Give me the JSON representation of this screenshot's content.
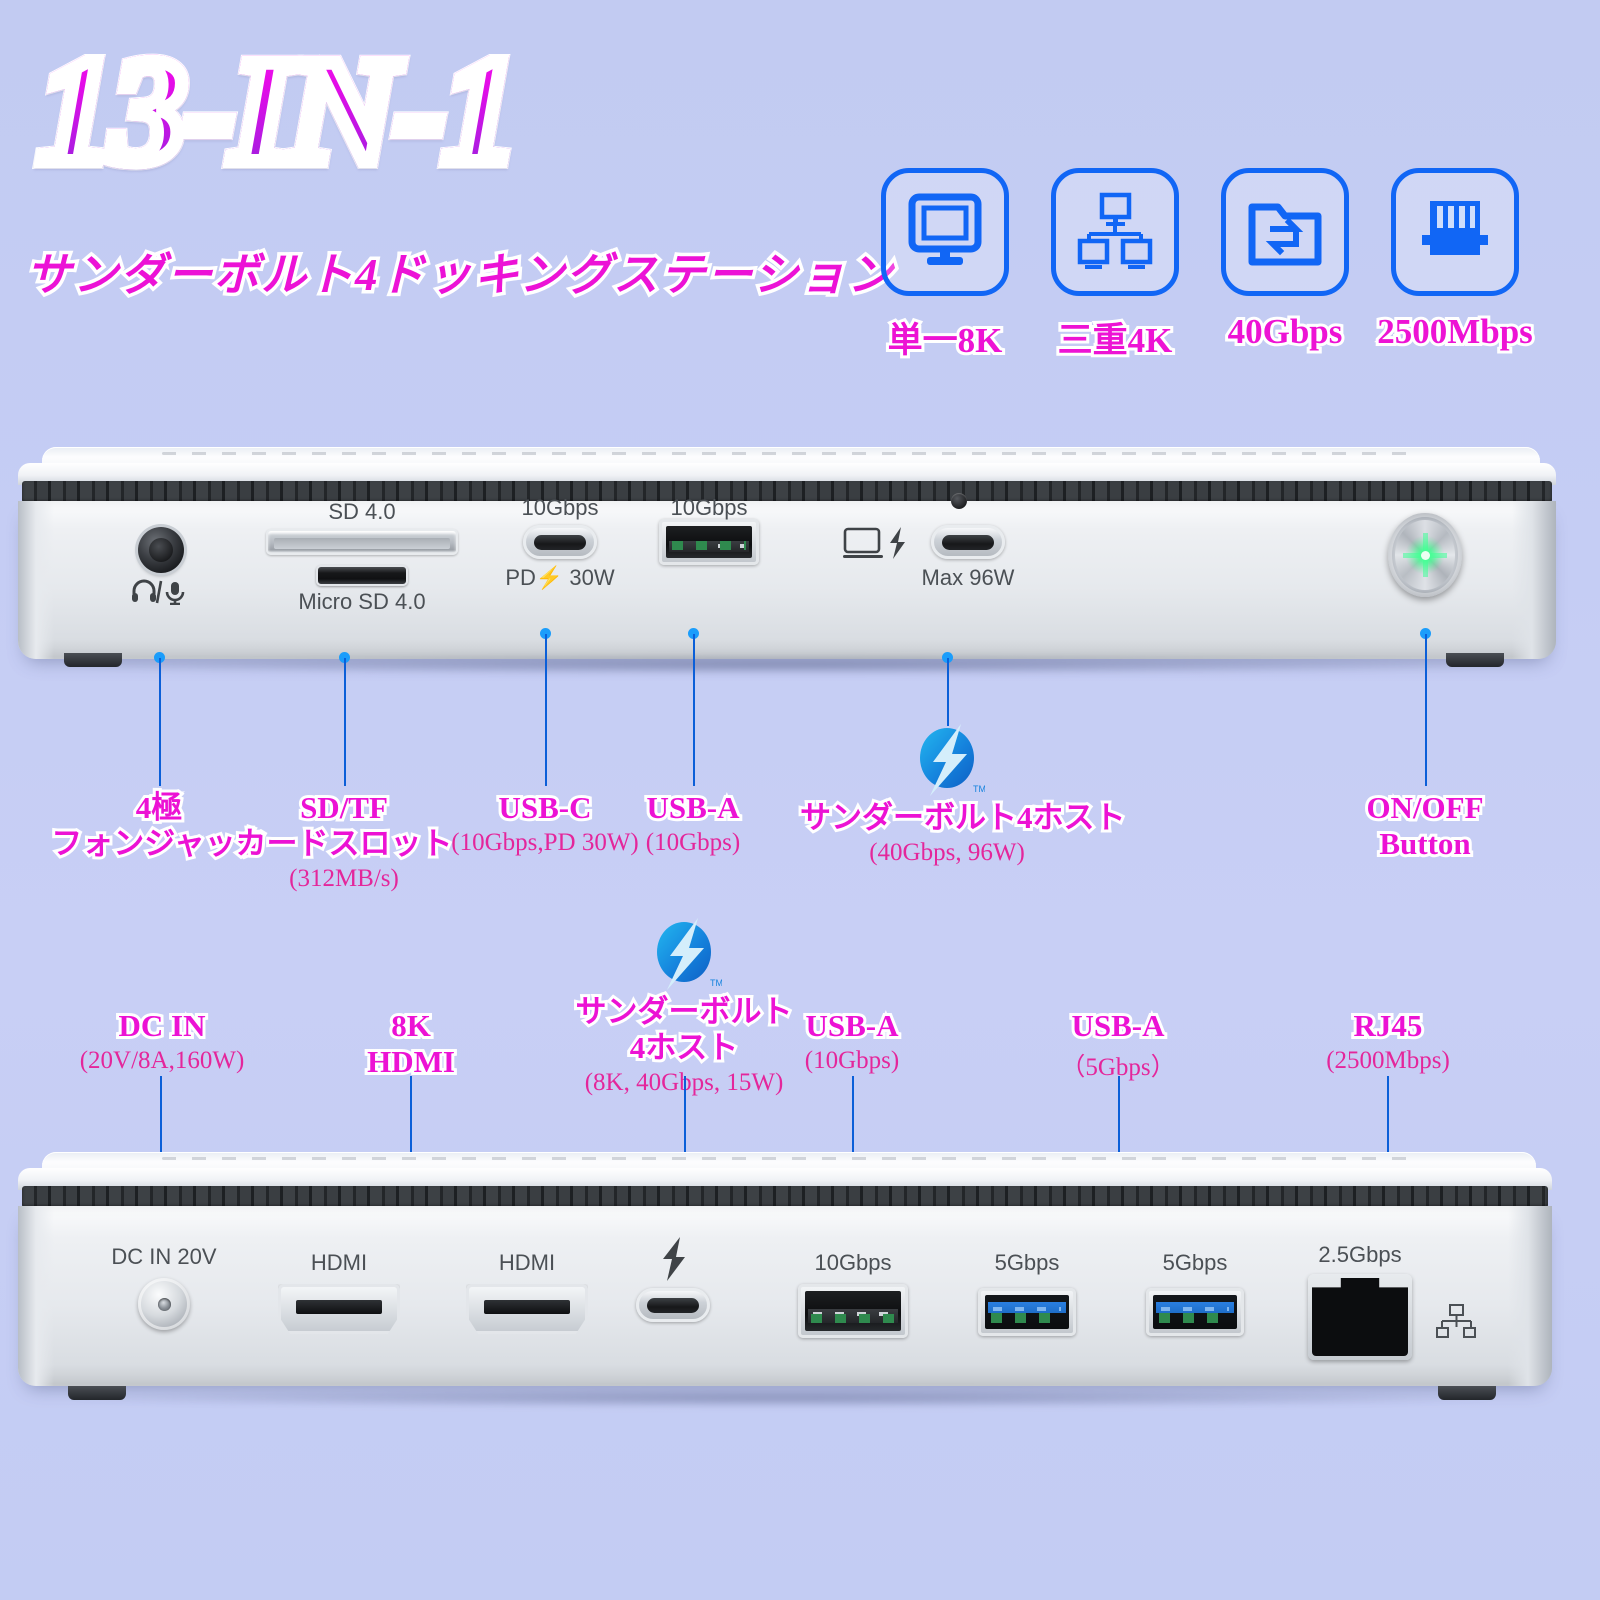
{
  "headline": {
    "title": "13-IN-1",
    "subtitle": "サンダーボルト4ドッキングステーション"
  },
  "features": [
    {
      "icon": "single-monitor-icon",
      "label": "単一8K"
    },
    {
      "icon": "triple-monitor-icon",
      "label": "三重4K"
    },
    {
      "icon": "folder-transfer-icon",
      "label": "40Gbps"
    },
    {
      "icon": "ethernet-port-icon",
      "label": "2500Mbps"
    }
  ],
  "front_panel": {
    "port_marks": {
      "audio": "Ω/♀",
      "sd": "SD 4.0",
      "micro_sd": "Micro SD 4.0",
      "usbc_speed": "10Gbps",
      "usbc_pd": "PD⚡ 30W",
      "usba_speed": "10Gbps",
      "tb_power": "Max 96W"
    },
    "callouts": [
      {
        "title": "4極\nフォンジャック",
        "sub": ""
      },
      {
        "title": "SD/TF\nカードスロット",
        "sub": "(312MB/s)"
      },
      {
        "title": "USB-C",
        "sub": "(10Gbps,PD 30W)"
      },
      {
        "title": "USB-A",
        "sub": "(10Gbps)"
      },
      {
        "title": "サンダーボルト4ホスト",
        "sub": "(40Gbps, 96W)",
        "logo": "thunderbolt-logo"
      },
      {
        "title": "ON/OFF\nButton",
        "sub": ""
      }
    ]
  },
  "back_panel": {
    "port_marks": {
      "dc_in": "DC IN 20V",
      "hdmi_1": "HDMI",
      "hdmi_2": "HDMI",
      "usba_10": "10Gbps",
      "usba_5a": "5Gbps",
      "usba_5b": "5Gbps",
      "rj45": "2.5Gbps"
    },
    "callouts": [
      {
        "title": "DC IN",
        "sub": "(20V/8A,160W)"
      },
      {
        "title": "8K\nHDMI",
        "sub": ""
      },
      {
        "title": "サンダーボルト\n4ホスト",
        "sub": "(8K, 40Gbps, 15W)",
        "logo": "thunderbolt-logo"
      },
      {
        "title": "USB-A",
        "sub": "(10Gbps)"
      },
      {
        "title": "USB-A",
        "sub": "（5Gbps）"
      },
      {
        "title": "RJ45",
        "sub": "(2500Mbps)"
      }
    ]
  },
  "colors": {
    "background": "#c5cdf4",
    "magenta": "#ec12d4",
    "magenta_sub": "#e4269b",
    "blue_icon": "#1166f5",
    "callout_line": "#0b5fd8",
    "callout_dot": "#1b9dfb",
    "led_green": "#3cff8c"
  }
}
